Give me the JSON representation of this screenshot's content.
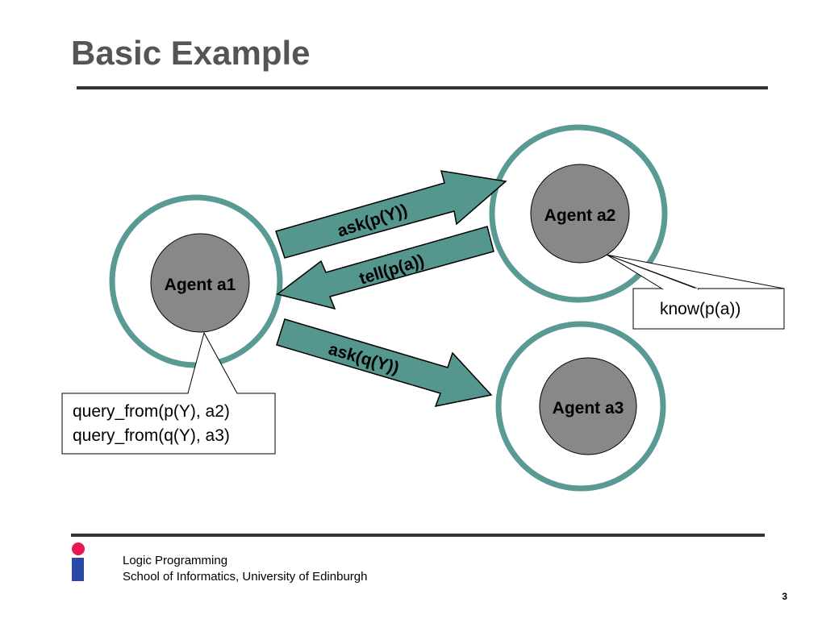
{
  "title": "Basic Example",
  "agents": {
    "a1": "Agent a1",
    "a2": "Agent a2",
    "a3": "Agent a3"
  },
  "messages": {
    "ask_p": "ask(p(Y))",
    "tell_p": "tell(p(a))",
    "ask_q": "ask(q(Y))"
  },
  "callouts": {
    "a1_line1": "query_from(p(Y), a2)",
    "a1_line2": "query_from(q(Y), a3)",
    "a2_text": "know(p(a))"
  },
  "footer": {
    "line1": "Logic Programming",
    "line2": "School of Informatics, University of Edinburgh",
    "page": "3"
  },
  "colors": {
    "ring": "#5a9a94",
    "arrow_fill": "#55968f",
    "node_fill": "#888888",
    "title": "#555555",
    "rule": "#333333",
    "logo_dot": "#e8174e",
    "logo_bar": "#2b4aa8"
  },
  "icons": {
    "logo": "university-logo-icon"
  }
}
